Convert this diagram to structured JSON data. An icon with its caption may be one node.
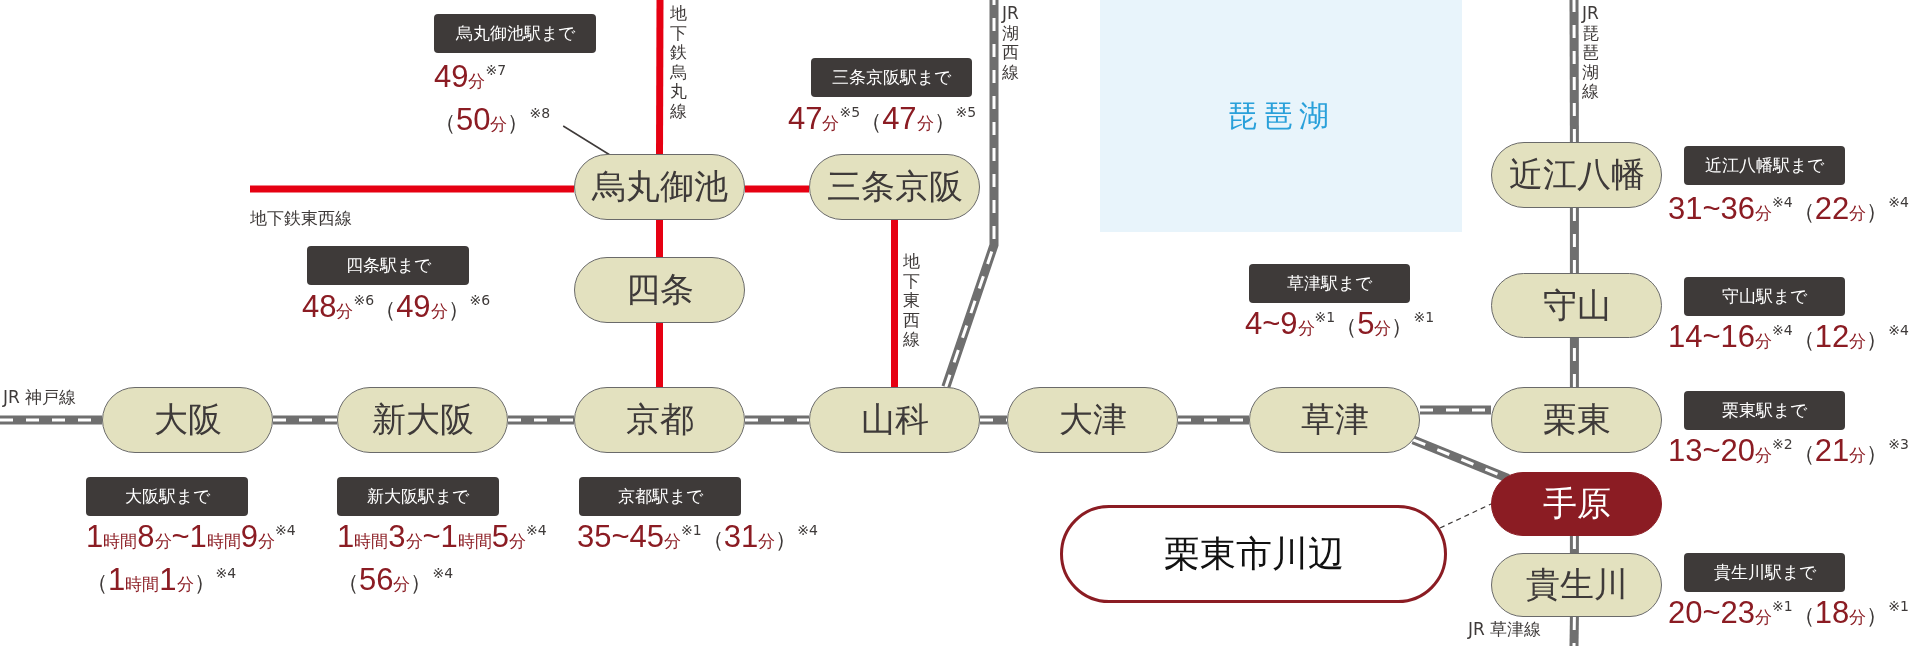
{
  "diagram": {
    "nodes": [
      {
        "text": [
          "烏丸御池駅まで",
          "49分$^{※7}$（50分）$^{※8}$"
        ]
      },
      {
        "text": [
          "地下鉄烏丸線"
        ]
      },
      {
        "text": [
          "烏丸御池"
        ]
      },
      {
        "text": [
          "三条京阪駅まで",
          "47分$^{※5}$（47分）$^{※5}$"
        ]
      },
      {
        "text": [
          "三条京阪"
        ]
      },
      {
        "text": [
          "JR湖西線"
        ]
      },
      {
        "text": [
          "琵琶湖"
        ]
      },
      {
        "text": [
          "JR琵琶湖線"
        ]
      },
      {
        "text": [
          "近江八幡"
        ]
      },
      {
        "text": [
          "近江八幡駅まで",
          "31~36分$^{※4}$（22分）$^{※4}$"
        ]
      },
      {
        "text": [
          "地下鉄東西線"
        ]
      },
      {
        "text": [
          "四条駅まで",
          "48分$^{※6}$（49分）$^{※6}$"
        ]
      },
      {
        "text": [
          "四条"
        ]
      },
      {
        "text": [
          "守山"
        ]
      },
      {
        "text": [
          "草津駅まで",
          "4~9分$^{※1}$（5分）$^{※1}$"
        ]
      },
      {
        "text": [
          "守山駅まで",
          "14~16分$^{※4}$（12分）$^{※4}$"
        ]
      },
      {
        "text": [
          "JR 神戸線"
        ]
      },
      {
        "text": [
          "大阪"
        ]
      },
      {
        "text": [
          "新大阪"
        ]
      },
      {
        "text": [
          "京都"
        ]
      },
      {
        "text": [
          "山科"
        ]
      },
      {
        "text": [
          "大津"
        ]
      },
      {
        "text": [
          "草津"
        ]
      },
      {
        "text": [
          "栗東"
        ]
      },
      {
        "text": [
          "栗東駅まで",
          "13~20分$^{※2}$（21分）$^{※3}$"
        ]
      },
      {
        "text": [
          "手原"
        ]
      },
      {
        "text": [
          "大阪駅まで",
          "1時間8分~1時間9分$^{※4}$（1時間1分）$^{※4}$"
        ]
      },
      {
        "text": [
          "新大阪駅まで",
          "1時間3分~1時間5分$^{※4}$（56分）$^{※4}$"
        ]
      },
      {
        "text": [
          "京都駅まで",
          "35~45分$^{※1}$（31分）$^{※4}$"
        ]
      },
      {
        "text": [
          "栗東市川辺"
        ]
      },
      {
        "text": [
          "貴生川"
        ]
      },
      {
        "text": [
          "貴生川駅まで",
          "20~23分$^{※1}$（18分）$^{※1}$"
        ]
      },
      {
        "text": [
          "JR 草津線"
        ]
      }
    ],
    "edges": [
      {
        "from": 16,
        "to": 17,
        "arrow": "none"
      },
      {
        "from": 17,
        "to": 18,
        "arrow": "none"
      },
      {
        "from": 18,
        "to": 19,
        "arrow": "none"
      },
      {
        "from": 19,
        "to": 20,
        "arrow": "none"
      },
      {
        "from": 20,
        "to": 21,
        "arrow": "none"
      },
      {
        "from": 21,
        "to": 22,
        "arrow": "none"
      },
      {
        "from": 22,
        "to": 23,
        "arrow": "none"
      },
      {
        "from": 22,
        "to": 25,
        "arrow": "none"
      },
      {
        "from": 23,
        "to": 13,
        "arrow": "none"
      },
      {
        "from": 13,
        "to": 8,
        "arrow": "none"
      },
      {
        "from": 8,
        "to": 7,
        "arrow": "none"
      },
      {
        "from": 25,
        "to": 30,
        "arrow": "none"
      },
      {
        "from": 30,
        "to": 32,
        "arrow": "none"
      },
      {
        "from": 20,
        "to": 5,
        "arrow": "none"
      },
      {
        "from": 1,
        "to": 2,
        "arrow": "none",
        "color": "#e60012"
      },
      {
        "from": 2,
        "to": 12,
        "arrow": "none",
        "color": "#e60012"
      },
      {
        "from": 12,
        "to": 19,
        "arrow": "none",
        "color": "#e60012"
      },
      {
        "from": 10,
        "to": 2,
        "arrow": "none",
        "color": "#e60012"
      },
      {
        "from": 2,
        "to": 4,
        "arrow": "none",
        "color": "#e60012"
      },
      {
        "from": 4,
        "to": 20,
        "arrow": "none",
        "color": "#e60012"
      },
      {
        "from": 0,
        "to": 2,
        "arrow": "none",
        "color": "#3e3a39"
      },
      {
        "from": 29,
        "to": 25,
        "arrow": "none",
        "style": "dashed",
        "color": "#3e3a39"
      }
    ],
    "labels": [
      "地下東西線"
    ]
  }
}
